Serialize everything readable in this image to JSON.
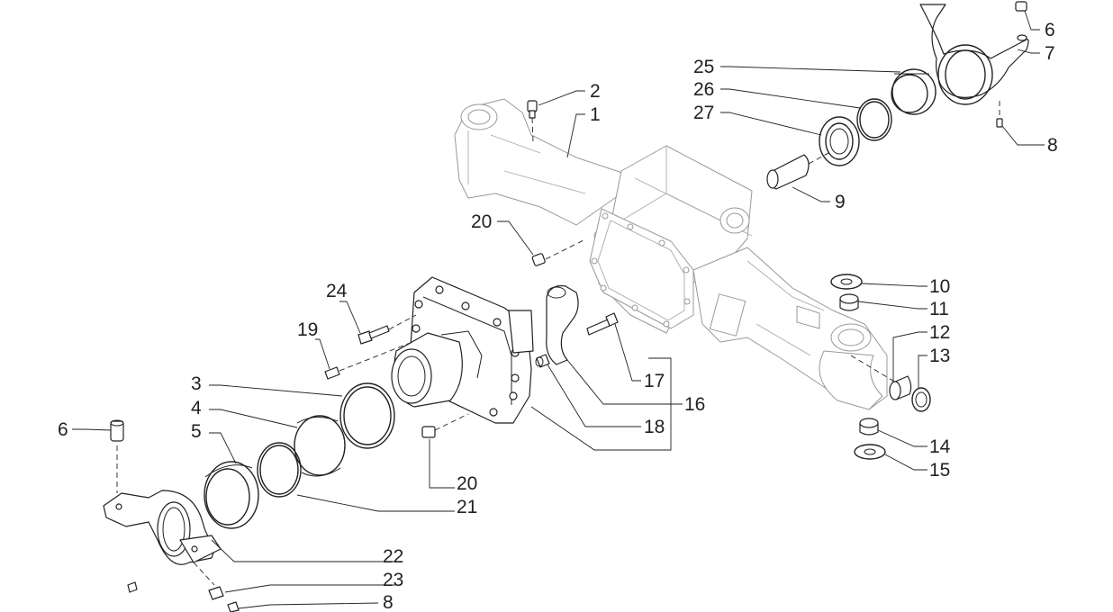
{
  "callouts": {
    "c1": "1",
    "c2": "2",
    "c3": "3",
    "c4": "4",
    "c5": "5",
    "c6_top": "6",
    "c6_left": "6",
    "c7": "7",
    "c8_top": "8",
    "c8_bottom": "8",
    "c9": "9",
    "c10": "10",
    "c11": "11",
    "c12": "12",
    "c13": "13",
    "c14": "14",
    "c15": "15",
    "c16": "16",
    "c17": "17",
    "c18": "18",
    "c19": "19",
    "c20_top": "20",
    "c20_bottom": "20",
    "c21": "21",
    "c22": "22",
    "c23": "23",
    "c24": "24",
    "c25": "25",
    "c26": "26",
    "c27": "27"
  }
}
